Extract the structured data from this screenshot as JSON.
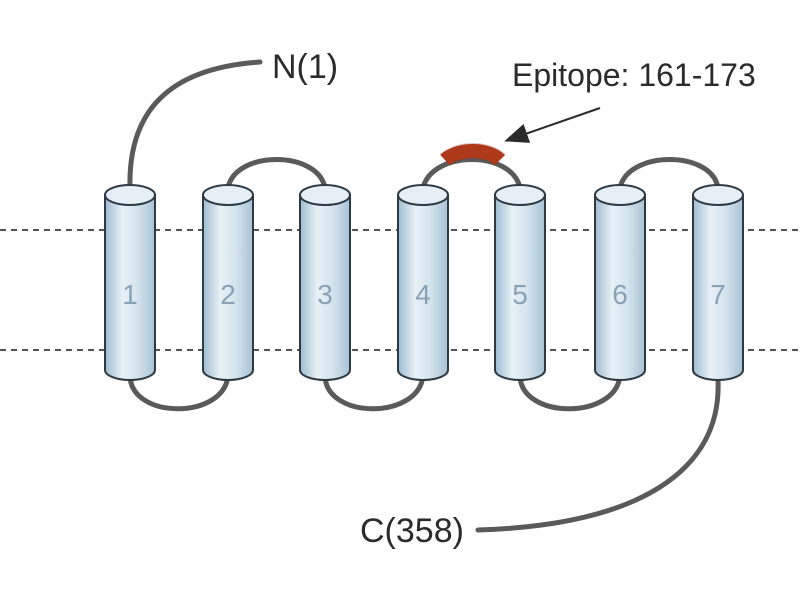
{
  "n_terminus": "N(1)",
  "c_terminus": "C(358)",
  "epitope_label": "Epitope: 161-173",
  "helices": [
    "1",
    "2",
    "3",
    "4",
    "5",
    "6",
    "7"
  ],
  "colors": {
    "helix_fill": "#d3e3ee",
    "helix_stroke": "#2e3a44",
    "loop": "#5a5a5a",
    "epitope": "#c2401f",
    "membrane_line": "#555555"
  }
}
